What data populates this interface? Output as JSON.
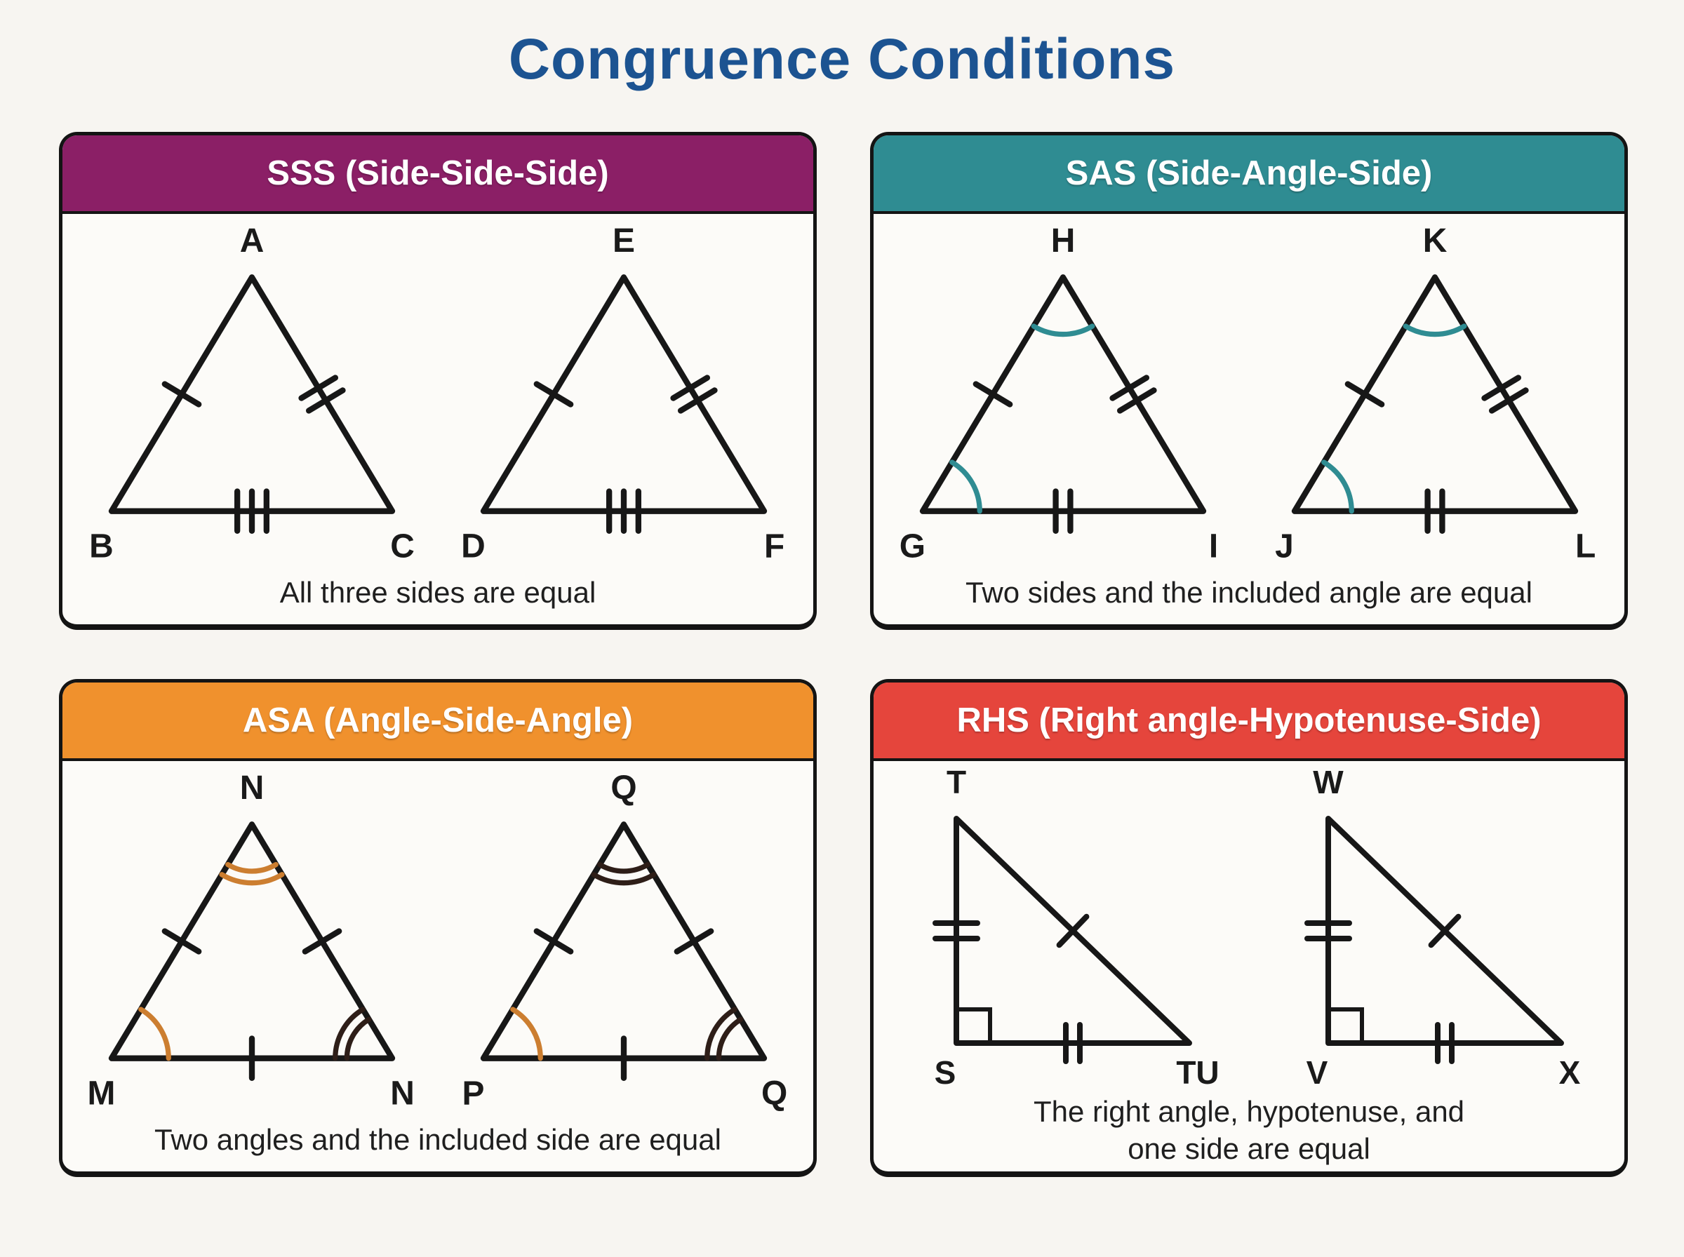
{
  "page": {
    "title": "Congruence Conditions",
    "title_color": "#1c5391",
    "background": "#f7f5f1"
  },
  "colors": {
    "line": "#171717",
    "arc_teal": "#2f8c92",
    "arc_orange": "#cc7e30",
    "arc_dark": "#2e1e18"
  },
  "cards": [
    {
      "id": "sss",
      "header": "SSS (Side-Side-Side)",
      "header_color": "#8b1f66",
      "caption": "All three sides are equal",
      "triangles": [
        {
          "top": "A",
          "left": "B",
          "right": "C"
        },
        {
          "top": "E",
          "left": "D",
          "right": "F"
        }
      ]
    },
    {
      "id": "sas",
      "header": "SAS (Side-Angle-Side)",
      "header_color": "#2f8c92",
      "caption": "Two sides and the included angle are equal",
      "triangles": [
        {
          "top": "H",
          "left": "G",
          "right": "I"
        },
        {
          "top": "K",
          "left": "J",
          "right": "L"
        }
      ]
    },
    {
      "id": "asa",
      "header": "ASA (Angle-Side-Angle)",
      "header_color": "#f0912d",
      "caption": "Two angles and the included side are equal",
      "triangles": [
        {
          "top": "N",
          "left": "M",
          "right": "N"
        },
        {
          "top": "Q",
          "left": "P",
          "right": "Q"
        }
      ]
    },
    {
      "id": "rhs",
      "header": "RHS (Right angle-Hypotenuse-Side)",
      "header_color": "#e5453c",
      "caption": "The right angle, hypotenuse, and\none side are equal",
      "triangles": [
        {
          "top": "T",
          "left": "S",
          "right": "TU"
        },
        {
          "top": "W",
          "left": "V",
          "right": "X"
        }
      ]
    }
  ]
}
